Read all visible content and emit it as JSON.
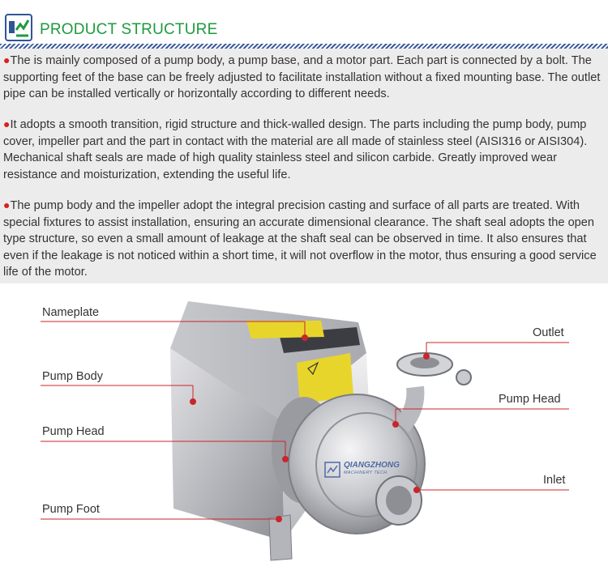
{
  "header": {
    "title": "PRODUCT STRUCTURE"
  },
  "paragraphs": [
    "The is mainly composed of a pump body, a pump base, and a motor part. Each part is connected by a bolt. The supporting feet of the base can be freely adjusted to facilitate installation without a fixed mounting base. The outlet pipe can be installed vertically or horizontally according to different needs.",
    "It adopts a smooth transition, rigid structure and thick-walled design. The parts including the pump body, pump cover, impeller part and the part in contact with the material are all made of stainless steel (AISI316 or AISI304). Mechanical shaft seals are made of high quality stainless steel and silicon carbide. Greatly improved wear resistance and moisturization, extending the useful life.",
    "The pump body and the impeller adopt the integral precision casting and surface of all parts are treated. With special fixtures to assist installation, ensuring an accurate dimensional clearance. The shaft seal adopts the open type structure, so even a small amount of leakage at the shaft seal can be observed in time. It also ensures that even if the leakage is not noticed within a short time, it will not overflow in the motor, thus ensuring a good service life of the motor."
  ],
  "bullet": "●",
  "labels": {
    "nameplate": "Nameplate",
    "pump_body": "Pump Body",
    "pump_head_left": "Pump Head",
    "pump_foot": "Pump Foot",
    "outlet": "Outlet",
    "pump_head_right": "Pump Head",
    "inlet": "Inlet"
  },
  "watermark": {
    "name": "QIANGZHONG",
    "sub": "MACHINERY TECH"
  },
  "colors": {
    "title_green": "#1f9a3d",
    "bullet_red": "#d8201c",
    "callout_red": "#c8262b",
    "stripe_blue": "#3c5a9f",
    "panel_gray": "#ececec"
  }
}
